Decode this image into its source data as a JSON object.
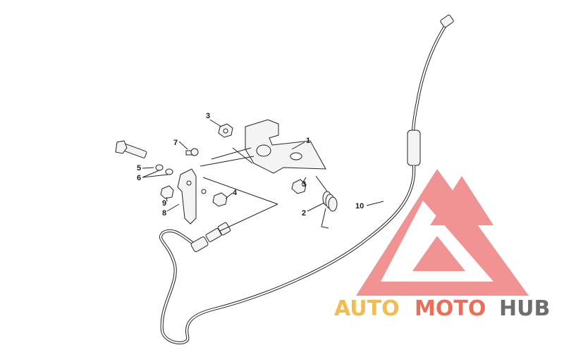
{
  "callouts": {
    "c1": "1",
    "c2": "2",
    "c3a": "3",
    "c3b": "3",
    "c4": "4",
    "c5": "5",
    "c6": "6",
    "c7": "7",
    "c8": "8",
    "c9": "9",
    "c10": "10"
  },
  "watermark": {
    "part1": "AUTO",
    "part2": "MOTO",
    "part3": "HUB"
  },
  "colors": {
    "logo_red": "#e63b3b",
    "watermark_yellow": "#f0b232",
    "watermark_orange": "#e8563c",
    "watermark_gray": "#555555"
  }
}
